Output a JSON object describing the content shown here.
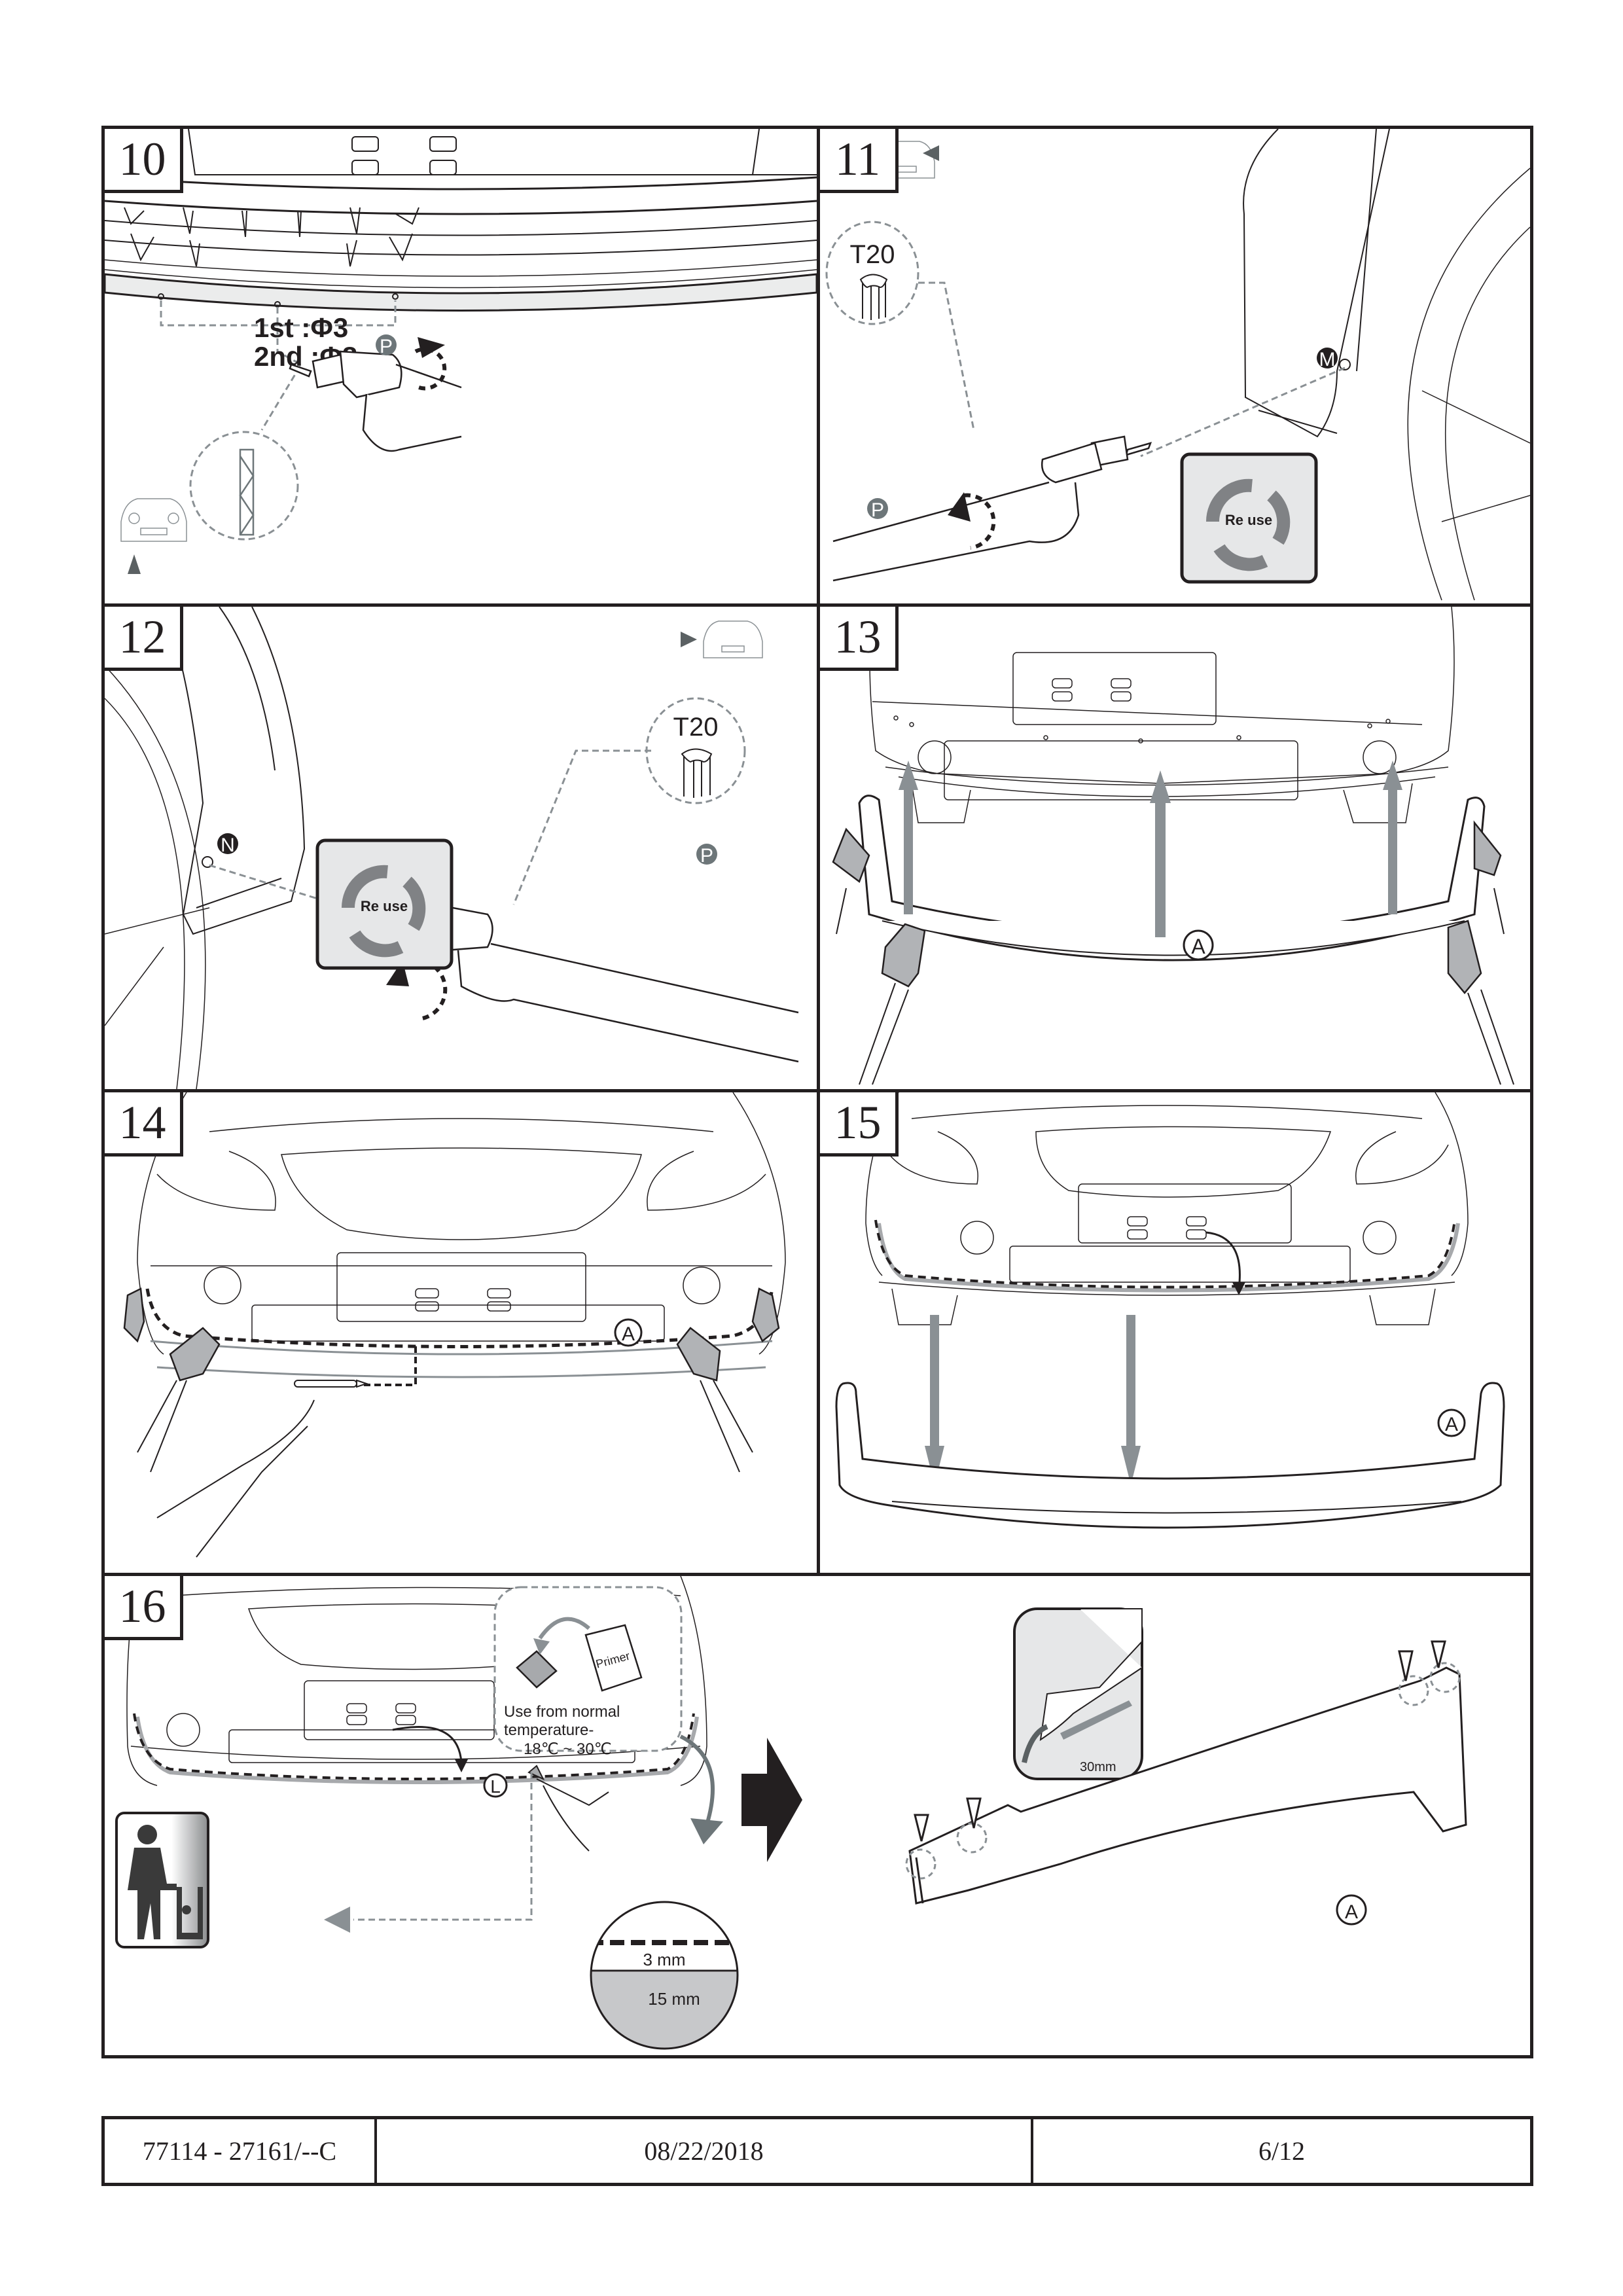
{
  "document": {
    "type": "installation-instructions",
    "colors": {
      "line": "#231f20",
      "badge_gray": "#6d7679",
      "guide_gray": "#8a9094",
      "reuse_bg": "#e6e7e8",
      "reuse_arrows": "#808285",
      "highlight_strip": "#a7a9ac"
    }
  },
  "steps": [
    {
      "number": "10",
      "labels": {
        "drill_first": "1st :Φ3",
        "drill_second": "2nd :Φ8",
        "badge": "P"
      },
      "icons": [
        "drill-bit-icon",
        "power-drill-icon",
        "clockwise-rotation-icon",
        "car-front-view-icon",
        "view-direction-arrow-icon"
      ]
    },
    {
      "number": "11",
      "labels": {
        "bit": "T20",
        "badge": "P",
        "part": "M",
        "reuse": "Re use"
      },
      "icons": [
        "torx-bit-icon",
        "power-drill-icon",
        "counterclockwise-rotation-icon",
        "reuse-icon",
        "car-front-view-icon"
      ]
    },
    {
      "number": "12",
      "labels": {
        "bit": "T20",
        "badge": "P",
        "part": "N",
        "reuse": "Re use"
      },
      "icons": [
        "torx-bit-icon",
        "power-drill-icon",
        "counterclockwise-rotation-icon",
        "reuse-icon",
        "car-front-view-icon"
      ]
    },
    {
      "number": "13",
      "labels": {
        "part": "A"
      }
    },
    {
      "number": "14",
      "labels": {
        "part": "A"
      }
    },
    {
      "number": "15",
      "labels": {
        "part": "A"
      }
    },
    {
      "number": "16",
      "labels": {
        "primer": "Primer",
        "temperature_line1": "Use from normal",
        "temperature_line2": "temperature-",
        "temperature_range": "18℃ ~ 30℃",
        "part_l": "L",
        "gap": "3 mm",
        "tape_width": "15 mm",
        "peel_length": "30mm",
        "part_a": "A"
      }
    }
  ],
  "footer": {
    "part_number": "77114 - 27161/--C",
    "date": "08/22/2018",
    "page": "6/12"
  }
}
